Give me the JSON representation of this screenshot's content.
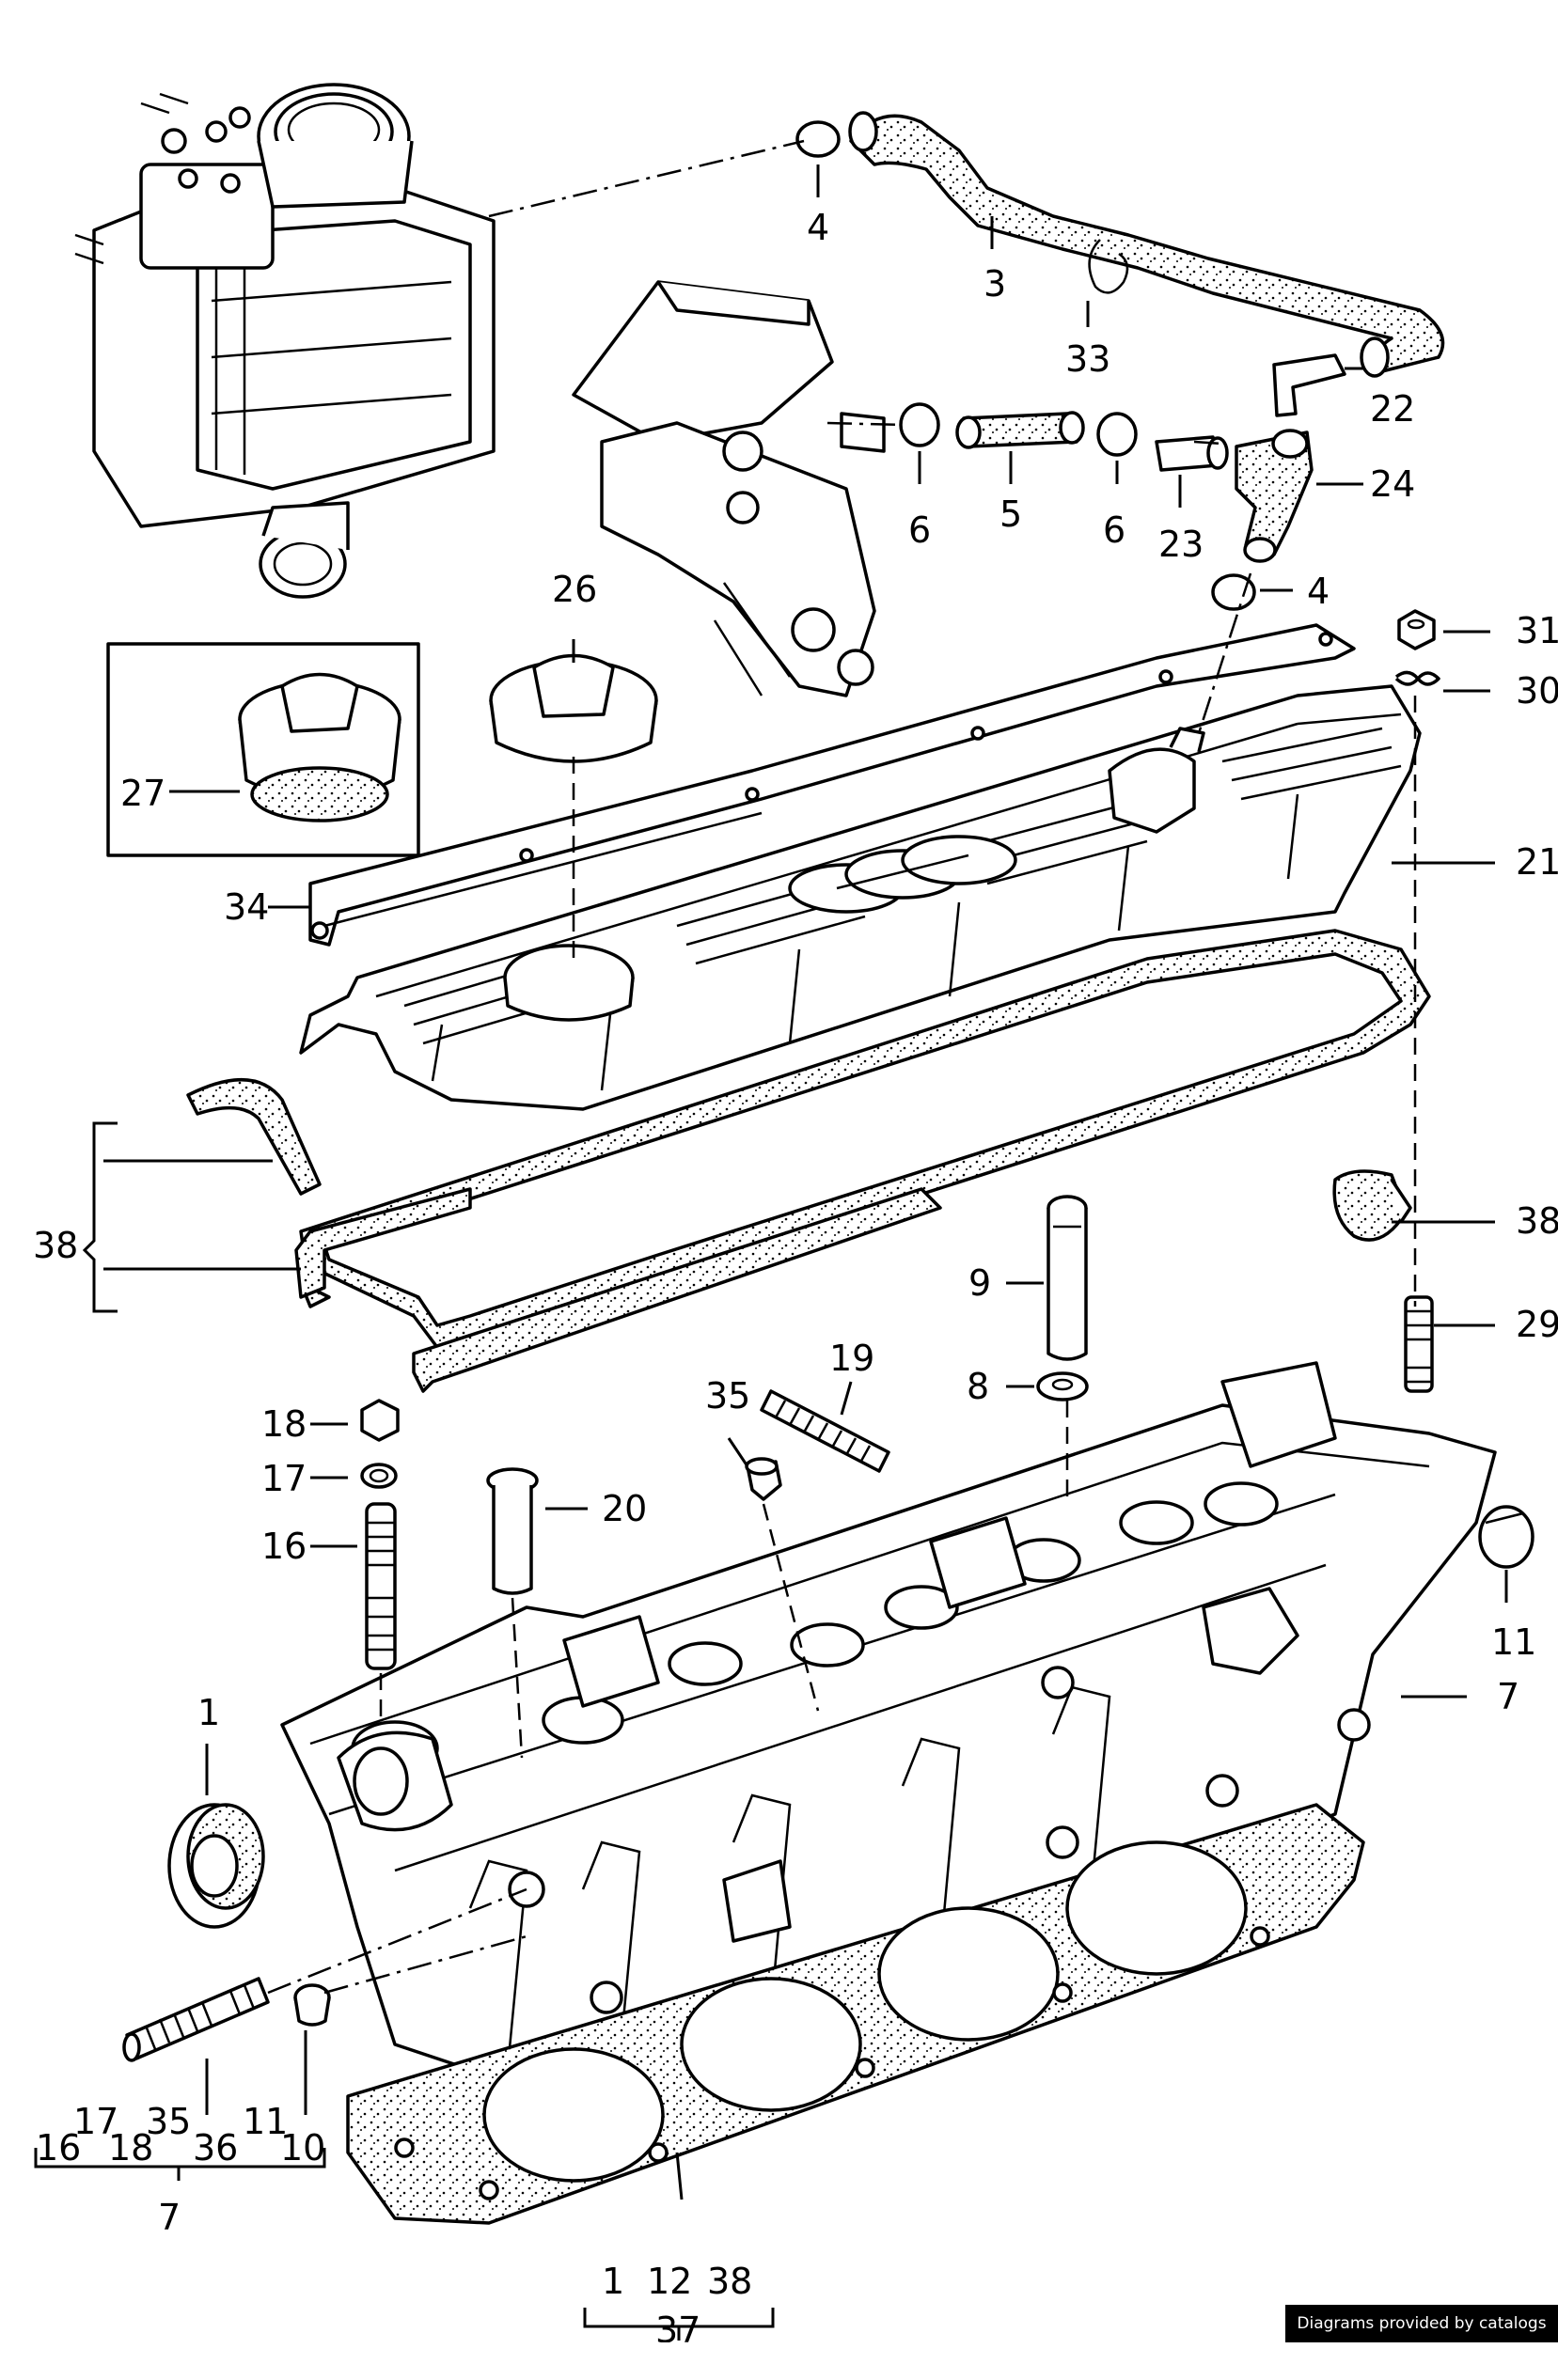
{
  "callouts": {
    "c4a": "4",
    "c3": "3",
    "c33": "33",
    "c22": "22",
    "c24": "24",
    "c6a": "6",
    "c5": "5",
    "c6b": "6",
    "c23": "23",
    "c4b": "4",
    "c26": "26",
    "c27": "27",
    "c31": "31",
    "c30": "30",
    "c34": "34",
    "c21": "21",
    "c38a": "38",
    "c38b": "38",
    "c9": "9",
    "c29": "29",
    "c19": "19",
    "c35": "35",
    "c8": "8",
    "c18": "18",
    "c17": "17",
    "c16": "16",
    "c20": "20",
    "c11a": "11",
    "c7a": "7",
    "c1": "1"
  },
  "group_left": {
    "row1": [
      "17",
      "35",
      "11"
    ],
    "row2": [
      "16",
      "18",
      "36",
      "10"
    ],
    "total": "7"
  },
  "group_bottom": {
    "items": [
      "1",
      "12",
      "38"
    ],
    "total": "37"
  },
  "credit": "Diagrams provided by catalogs parts",
  "colors": {
    "ink": "#000000",
    "paper": "#ffffff"
  }
}
